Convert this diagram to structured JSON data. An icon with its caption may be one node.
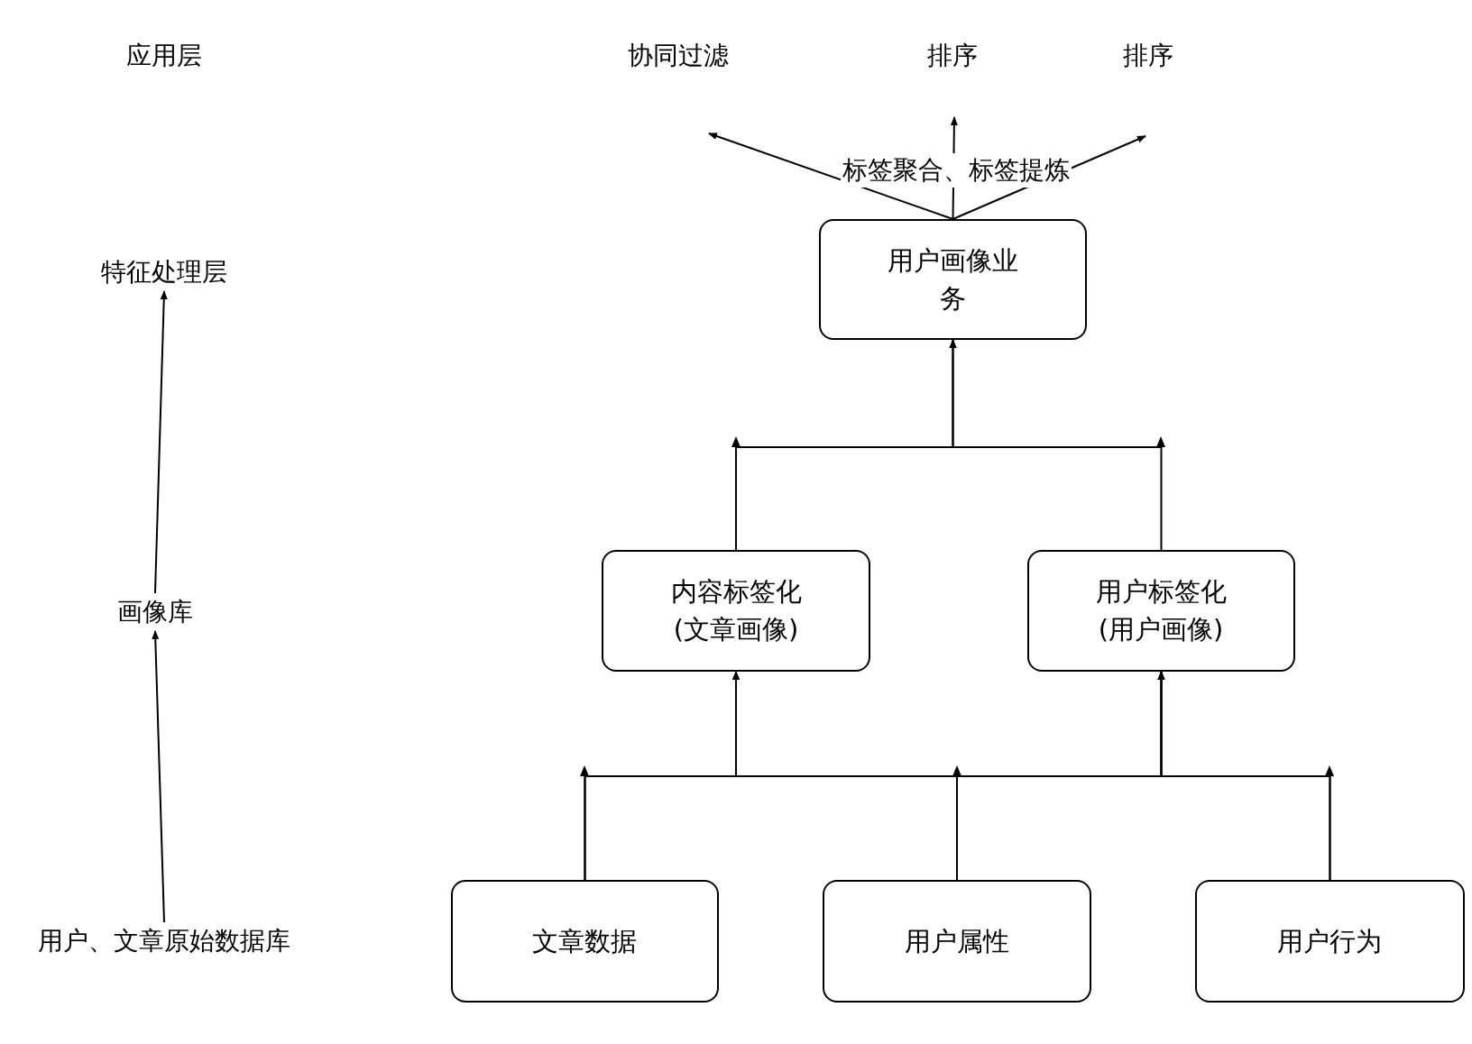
{
  "diagram": {
    "nodes": [
      {
        "text": [
          "应用层"
        ]
      },
      {
        "text": [
          "特征处理层"
        ]
      },
      {
        "text": [
          "画像库"
        ]
      },
      {
        "text": [
          "用户、文章原始数据库"
        ]
      },
      {
        "text": [
          "协同过滤"
        ]
      },
      {
        "text": [
          "排序"
        ]
      },
      {
        "text": [
          "排序"
        ]
      },
      {
        "text": [
          "用户画像业务"
        ]
      },
      {
        "text": [
          "内容标签化 (文章画像)"
        ]
      },
      {
        "text": [
          "用户标签化 (用户画像)"
        ]
      },
      {
        "text": [
          "文章数据"
        ]
      },
      {
        "text": [
          "用户属性"
        ]
      },
      {
        "text": [
          "用户行为"
        ]
      }
    ],
    "edges": [
      {
        "from": 3,
        "to": 2,
        "arrow": "to"
      },
      {
        "from": 2,
        "to": 1,
        "arrow": "to"
      },
      {
        "from": 7,
        "to": 4,
        "arrow": "to"
      },
      {
        "from": 7,
        "to": 5,
        "arrow": "to",
        "label": "标签聚合、标签提炼"
      },
      {
        "from": 7,
        "to": 6,
        "arrow": "to"
      },
      {
        "from": 8,
        "to": 7,
        "arrow": "to"
      },
      {
        "from": 9,
        "to": 7,
        "arrow": "to"
      },
      {
        "from": 10,
        "to": 8,
        "arrow": "to"
      },
      {
        "from": 10,
        "to": 9,
        "arrow": "to"
      },
      {
        "from": 11,
        "to": 8,
        "arrow": "to"
      },
      {
        "from": 11,
        "to": 9,
        "arrow": "to"
      },
      {
        "from": 12,
        "to": 8,
        "arrow": "to"
      },
      {
        "from": 12,
        "to": 9,
        "arrow": "to"
      }
    ]
  }
}
